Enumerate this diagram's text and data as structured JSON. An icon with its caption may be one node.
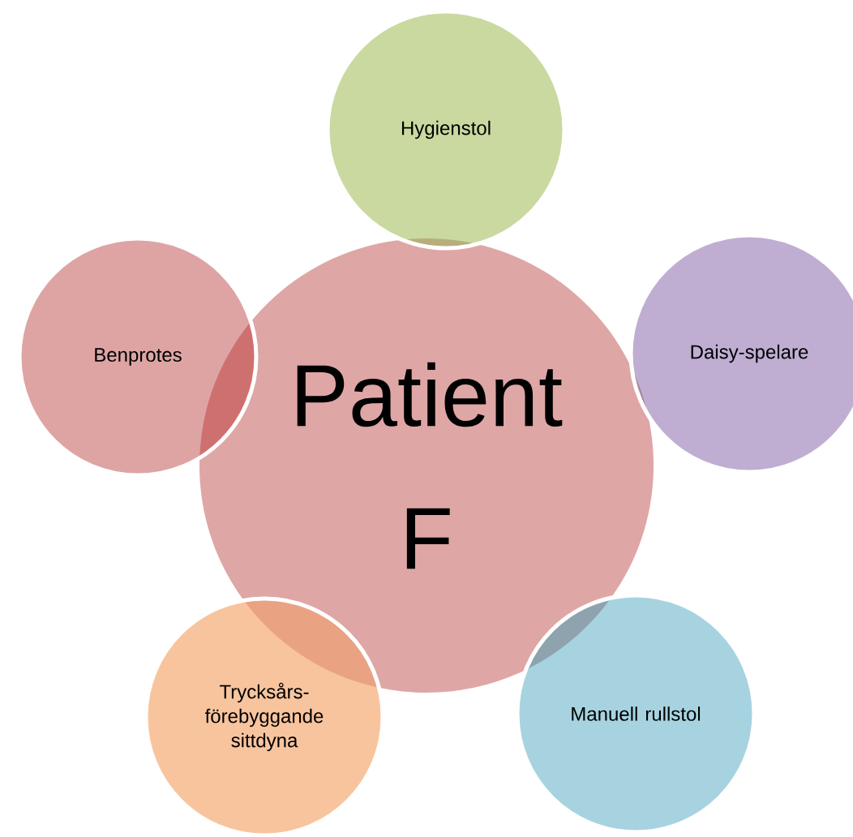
{
  "diagram": {
    "nodes": [
      {
        "text": [
          "Patient F"
        ]
      },
      {
        "text": [
          "Hygienstol"
        ]
      },
      {
        "text": [
          "Daisy-spelare"
        ]
      },
      {
        "text": [
          "Manuell rullstol"
        ]
      },
      {
        "text": [
          "Trycksårs-förebyggande sittdyna"
        ]
      },
      {
        "text": [
          "Benprotes"
        ]
      }
    ]
  }
}
